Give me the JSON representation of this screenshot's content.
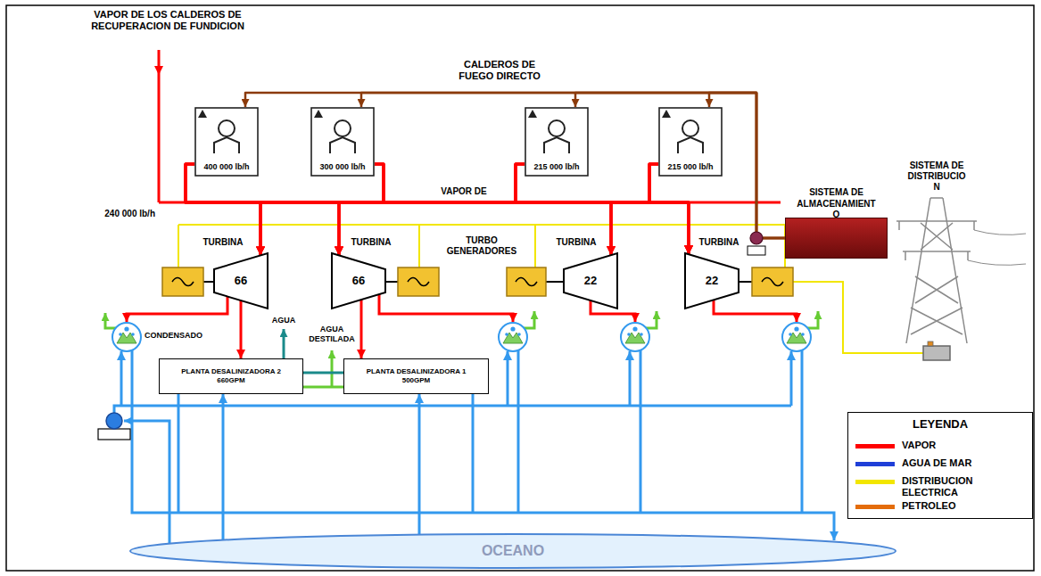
{
  "diagram": {
    "nodes": [
      {
        "text": [
          "400 000 lb/h"
        ]
      },
      {
        "text": [
          "300 000 lb/h"
        ]
      },
      {
        "text": [
          "215 000 lb/h"
        ]
      },
      {
        "text": [
          "215 000 lb/h"
        ]
      },
      {
        "text": [
          "SISTEMA DE ALMACENAMIENT O"
        ]
      },
      {
        "text": [
          "66"
        ]
      },
      {
        "text": [
          "66"
        ]
      },
      {
        "text": [
          "22"
        ]
      },
      {
        "text": [
          "22"
        ]
      },
      {
        "text": [
          "PLANTA DESALINIZADORA 2",
          "660GPM"
        ]
      },
      {
        "text": [
          "PLANTA DESALINIZADORA 1",
          "500GPM"
        ]
      },
      {
        "text": [
          "OCEANO"
        ]
      }
    ],
    "edges": [
      {
        "from": 4,
        "to": 0,
        "arrow": "to"
      },
      {
        "from": 4,
        "to": 1,
        "arrow": "to"
      },
      {
        "from": 4,
        "to": 2,
        "arrow": "to"
      },
      {
        "from": 4,
        "to": 3,
        "arrow": "to"
      },
      {
        "from": 0,
        "to": 5,
        "arrow": "to"
      },
      {
        "from": 0,
        "to": 6,
        "arrow": "to"
      },
      {
        "from": 0,
        "to": 7,
        "arrow": "to"
      },
      {
        "from": 0,
        "to": 8,
        "arrow": "to"
      },
      {
        "from": 1,
        "to": 5,
        "arrow": "to"
      },
      {
        "from": 1,
        "to": 6,
        "arrow": "to"
      },
      {
        "from": 1,
        "to": 7,
        "arrow": "to"
      },
      {
        "from": 1,
        "to": 8,
        "arrow": "to"
      },
      {
        "from": 2,
        "to": 5,
        "arrow": "to"
      },
      {
        "from": 2,
        "to": 6,
        "arrow": "to"
      },
      {
        "from": 2,
        "to": 7,
        "arrow": "to"
      },
      {
        "from": 2,
        "to": 8,
        "arrow": "to"
      },
      {
        "from": 3,
        "to": 5,
        "arrow": "to"
      },
      {
        "from": 3,
        "to": 6,
        "arrow": "to"
      },
      {
        "from": 3,
        "to": 7,
        "arrow": "to"
      },
      {
        "from": 3,
        "to": 8,
        "arrow": "to"
      },
      {
        "from": 5,
        "to": 9,
        "arrow": "to"
      },
      {
        "from": 6,
        "to": 10,
        "arrow": "to"
      },
      {
        "from": 9,
        "to": 10,
        "arrow": "none"
      },
      {
        "from": 9,
        "to": 10,
        "arrow": "none"
      },
      {
        "from": 11,
        "to": 9,
        "arrow": "to"
      },
      {
        "from": 11,
        "to": 10,
        "arrow": "to"
      }
    ],
    "labels": [
      "VAPOR DE LOS CALDEROS DE RECUPERACION DE FUNDICION",
      "CALDEROS DE FUEGO DIRECTO",
      "VAPOR DE",
      "240 000 lb/h",
      "TURBO GENERADORES",
      "TURBINA",
      "TURBINA",
      "TURBINA",
      "TURBINA",
      "SISTEMA DE DISTRIBUCIO N",
      "CONDENSADO",
      "AGUA",
      "AGUA DESTILADA",
      "LEYENDA"
    ],
    "legend": [
      {
        "text": "VAPOR"
      },
      {
        "text": "AGUA DE MAR"
      },
      {
        "text": "DISTRIBUCION ELECTRICA"
      },
      {
        "text": "PETROLEO"
      }
    ]
  }
}
